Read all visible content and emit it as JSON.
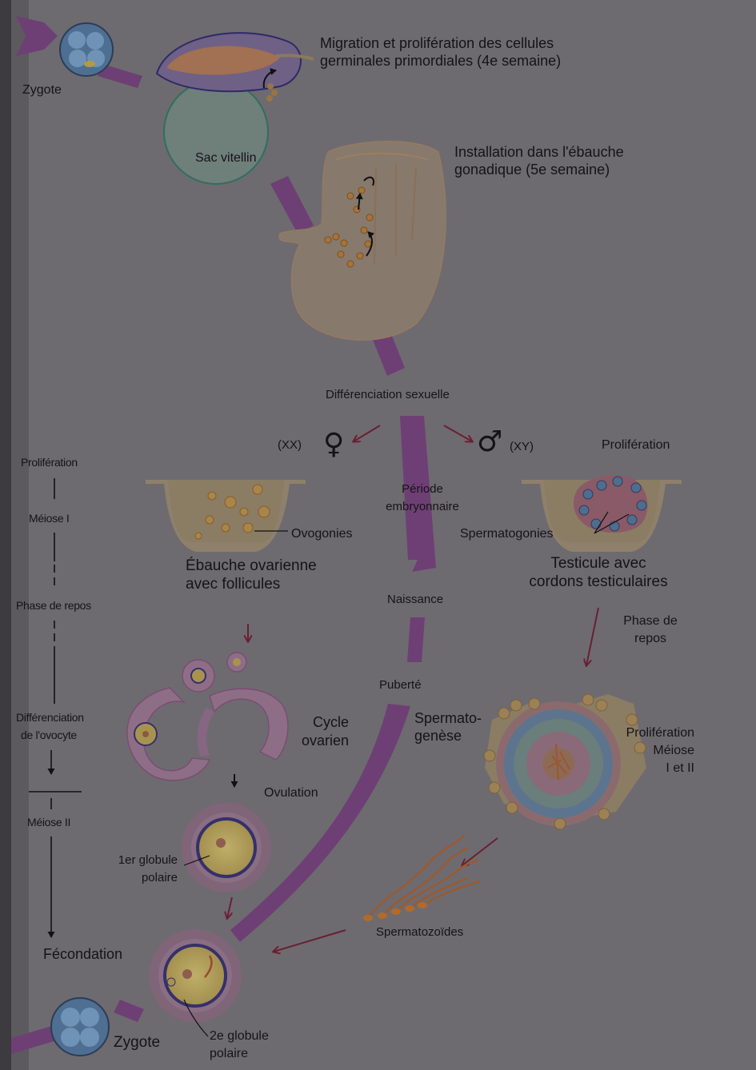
{
  "top": {
    "zygote_top": "Zygote",
    "migration": [
      "Migration et prolifération des cellules",
      "germinales primordiales (4e semaine)"
    ],
    "sac_vitellin": "Sac vitellin",
    "installation": [
      "Installation dans l'ébauche",
      "gonadique (5e semaine)"
    ]
  },
  "center": {
    "differenciation": "Différenciation sexuelle",
    "xx": "(XX)",
    "xy": "(XY)",
    "female_symbol": "♀",
    "male_symbol": "♂",
    "periode": [
      "Période",
      "embryonnaire"
    ],
    "naissance": "Naissance",
    "puberte": "Puberté"
  },
  "female": {
    "ovogonies": "Ovogonies",
    "ebauche": [
      "Ébauche ovarienne",
      "avec follicules"
    ],
    "cycle": [
      "Cycle",
      "ovarien"
    ],
    "ovulation": "Ovulation",
    "globule1": [
      "1er globule",
      "polaire"
    ]
  },
  "male": {
    "proliferation": "Prolifération",
    "spermatogonies": "Spermatogonies",
    "testicule": [
      "Testicule avec",
      "cordons testiculaires"
    ],
    "phase_repos": [
      "Phase de",
      "repos"
    ],
    "spermatogenese": [
      "Spermato-",
      "genèse"
    ],
    "prolif_meiose": [
      "Prolifération",
      "Méiose",
      "I et II"
    ],
    "spermatozoides": "Spermatozoïdes"
  },
  "bottom": {
    "globule2": [
      "2e globule",
      "polaire"
    ],
    "zygote_bottom": "Zygote",
    "fecondation": "Fécondation"
  },
  "timeline": {
    "items": [
      "Prolifération",
      "Méiose I",
      "Phase de repos",
      "Différenciation",
      "de l'ovocyte",
      "Méiose II"
    ]
  }
}
